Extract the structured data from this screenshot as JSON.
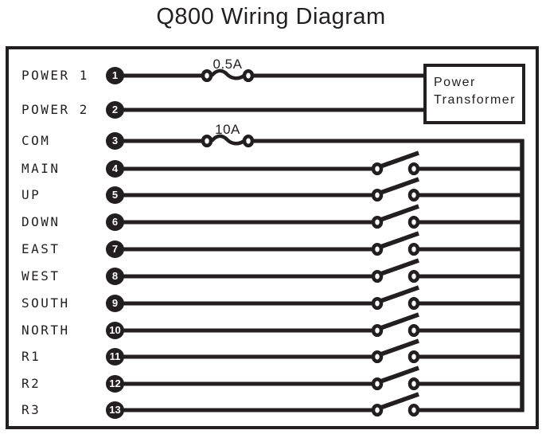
{
  "diagram": {
    "title": "Q800 Wiring Diagram",
    "transformer_label": {
      "line1": "Power",
      "line2": "Transformer"
    },
    "fuses": [
      {
        "rating": "0.5A"
      },
      {
        "rating": "10A"
      }
    ],
    "rows": [
      {
        "num": "1",
        "label": "POWER 1"
      },
      {
        "num": "2",
        "label": "POWER 2"
      },
      {
        "num": "3",
        "label": "COM"
      },
      {
        "num": "4",
        "label": "MAIN"
      },
      {
        "num": "5",
        "label": "UP"
      },
      {
        "num": "6",
        "label": "DOWN"
      },
      {
        "num": "7",
        "label": "EAST"
      },
      {
        "num": "8",
        "label": "WEST"
      },
      {
        "num": "9",
        "label": "SOUTH"
      },
      {
        "num": "10",
        "label": "NORTH"
      },
      {
        "num": "11",
        "label": "R1"
      },
      {
        "num": "12",
        "label": "R2"
      },
      {
        "num": "13",
        "label": "R3"
      }
    ],
    "colors": {
      "ink": "#231f20",
      "background": "#ffffff"
    }
  }
}
